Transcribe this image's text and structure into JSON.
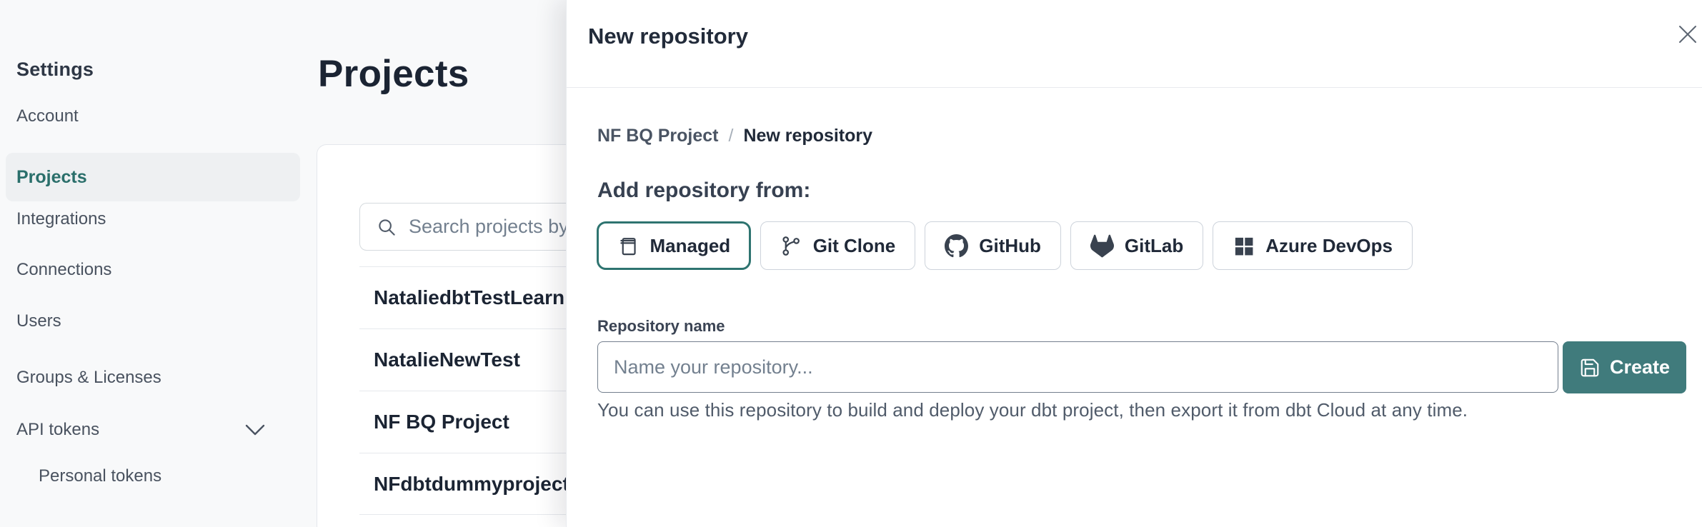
{
  "sidebar": {
    "title": "Settings",
    "items": [
      {
        "label": "Account",
        "selected": false
      },
      {
        "label": "Projects",
        "selected": true
      },
      {
        "label": "Integrations",
        "selected": false
      },
      {
        "label": "Connections",
        "selected": false
      },
      {
        "label": "Users",
        "selected": false
      },
      {
        "label": "Groups & Licenses",
        "selected": false
      },
      {
        "label": "API tokens",
        "selected": false,
        "expandable": true,
        "icon": "chevron-down-icon"
      },
      {
        "label": "Personal tokens",
        "selected": false,
        "indented": true
      }
    ]
  },
  "main": {
    "title": "Projects",
    "search": {
      "placeholder": "Search projects by name",
      "icon": "search-icon"
    },
    "projects": [
      {
        "name": "NataliedbtTestLearn T"
      },
      {
        "name": "NatalieNewTest"
      },
      {
        "name": "NF BQ Project"
      },
      {
        "name": "NFdbtdummyproject"
      }
    ]
  },
  "modal": {
    "title": "New repository",
    "close_icon": "close-icon",
    "breadcrumb": {
      "parent": "NF BQ Project",
      "separator": "/",
      "current": "New repository"
    },
    "section_heading": "Add repository from:",
    "source_options": [
      {
        "label": "Managed",
        "icon": "repo-icon",
        "selected": true
      },
      {
        "label": "Git Clone",
        "icon": "git-branch-icon",
        "selected": false
      },
      {
        "label": "GitHub",
        "icon": "github-icon",
        "selected": false
      },
      {
        "label": "GitLab",
        "icon": "gitlab-icon",
        "selected": false
      },
      {
        "label": "Azure DevOps",
        "icon": "azure-devops-icon",
        "selected": false
      }
    ],
    "form": {
      "label": "Repository name",
      "placeholder": "Name your repository...",
      "helper": "You can use this repository to build and deploy your dbt project, then export it from dbt Cloud at any time."
    },
    "create": {
      "label": "Create",
      "icon": "save-icon"
    }
  },
  "colors": {
    "accent_teal_border": "#2e7470",
    "accent_teal_text": "#2a6f6b",
    "create_button_teal": "#407b7c",
    "dark_text": "#1b2433",
    "page_background": "#f8f9fa"
  }
}
